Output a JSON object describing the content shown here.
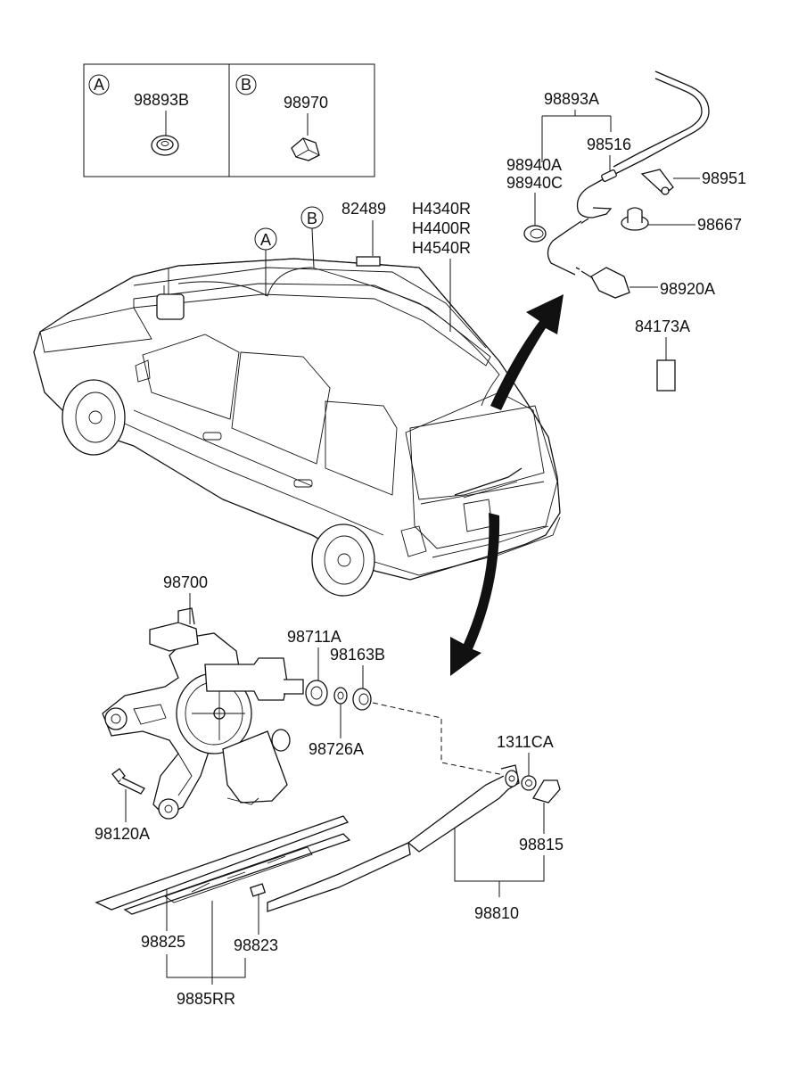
{
  "inset": {
    "a": {
      "circle": "A",
      "part": "98893B"
    },
    "b": {
      "circle": "B",
      "part": "98970"
    }
  },
  "callouts": {
    "a": "A",
    "b": "B"
  },
  "labels": {
    "p82489": "82489",
    "h4340r": "H4340R",
    "h4400r": "H4400R",
    "h4540r": "H4540R",
    "p98893a": "98893A",
    "p98940a": "98940A",
    "p98940c": "98940C",
    "p98516": "98516",
    "p98951": "98951",
    "p98667": "98667",
    "p98920a": "98920A",
    "p84173a": "84173A",
    "p98700": "98700",
    "p98711a": "98711A",
    "p98163b": "98163B",
    "p98726a": "98726A",
    "p1311ca": "1311CA",
    "p98815": "98815",
    "p98810": "98810",
    "p98120a": "98120A",
    "p98825": "98825",
    "p98823": "98823",
    "p9885rr": "9885RR"
  },
  "icons": [
    "wiper-motor-icon",
    "washer-nozzle-icon",
    "grommet-icon",
    "wiper-arm-icon",
    "wiper-blade-icon",
    "vehicle-icon",
    "pointer-arrow-icon"
  ]
}
